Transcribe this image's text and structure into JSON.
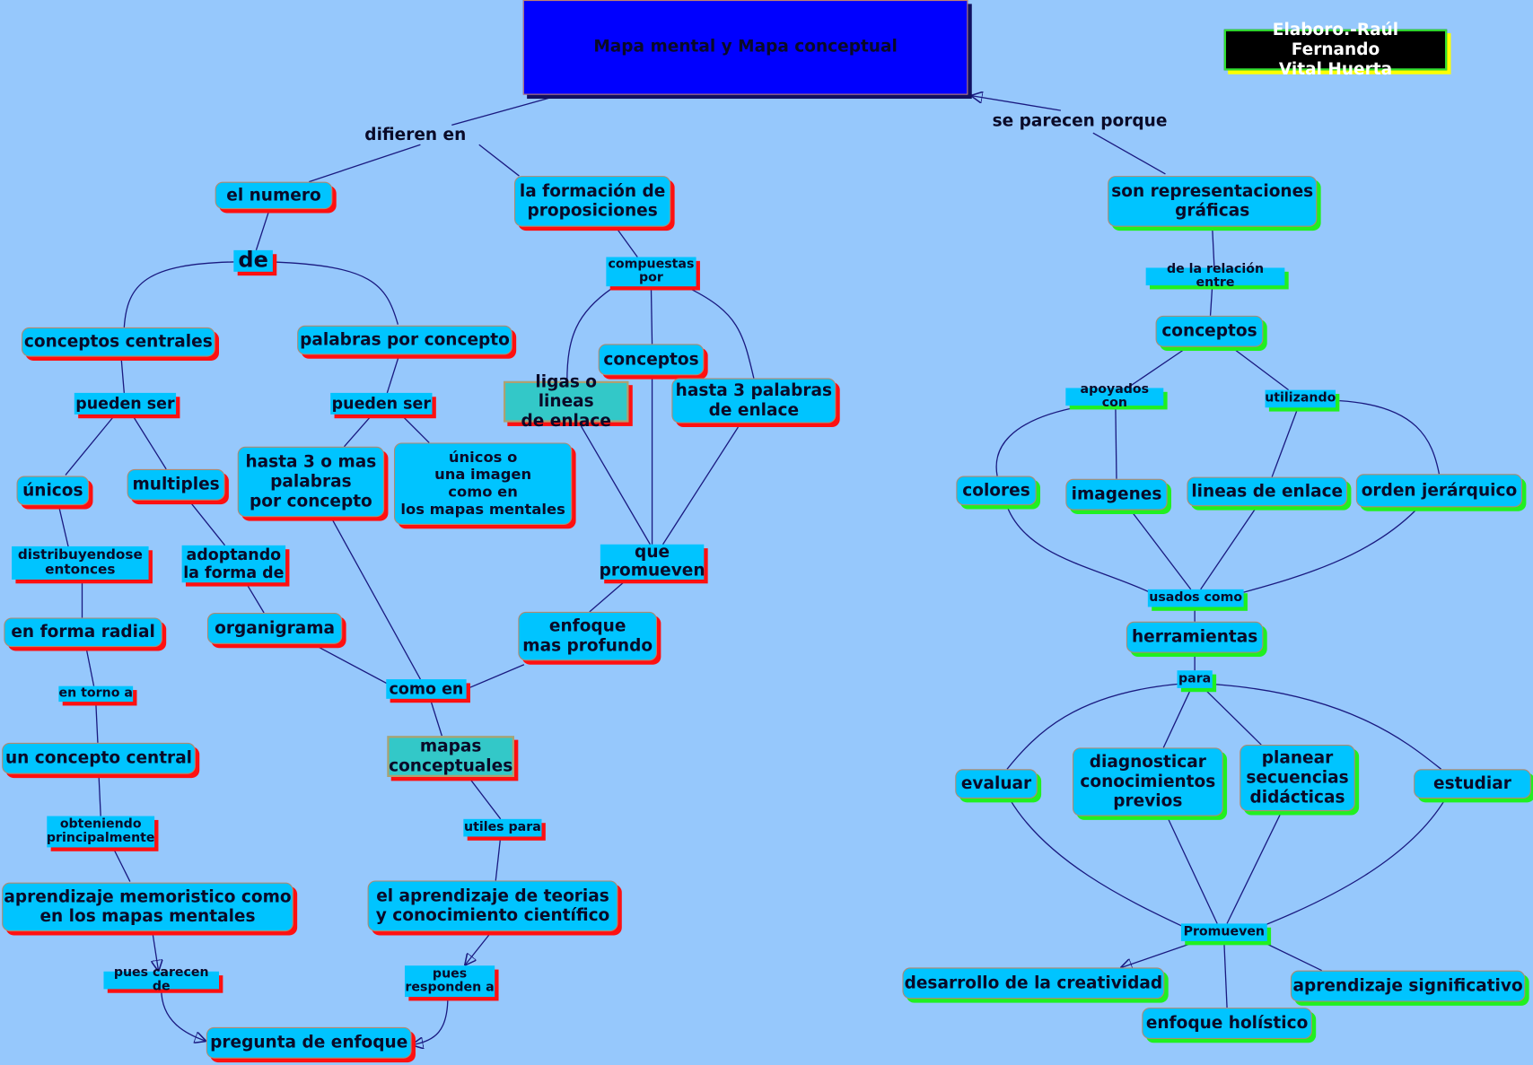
{
  "title": "Mapa mental y Mapa conceptual",
  "author": "Elaboro.-Raúl Fernando\nVital Huerta",
  "colors": {
    "background": "#96c8fc",
    "node": "#00c4ff",
    "title": "#0000ff",
    "left_shadow": "#ff1010",
    "right_shadow": "#20f020",
    "highlight": "#33c8c8"
  },
  "left": {
    "difieren_en": "difieren en",
    "el_numero": "el numero",
    "de": "de",
    "formacion": "la formación de\nproposiciones",
    "compuestas_por": "compuestas\npor",
    "conceptos_centrales": "conceptos centrales",
    "palabras_por_concepto": "palabras por concepto",
    "pueden_ser_1": "pueden ser",
    "pueden_ser_2": "pueden ser",
    "conceptos": "conceptos",
    "ligas": "ligas o lineas\nde enlace",
    "hasta_3_palabras": "hasta 3 palabras\nde enlace",
    "unicos": "únicos",
    "multiples": "multiples",
    "hasta_3_o_mas": "hasta 3 o mas\npalabras\npor concepto",
    "unicos_imagen": "únicos o\nuna imagen\ncomo en\nlos mapas mentales",
    "distribuyendose": "distribuyendose\nentonces",
    "adoptando": "adoptando\nla forma de",
    "que_promueven": "que\npromueven",
    "forma_radial": "en forma  radial",
    "organigrama": "organigrama",
    "enfoque_profundo": "enfoque\nmas profundo",
    "en_torno_a": "en torno a",
    "como_en": "como en",
    "concepto_central": "un concepto central",
    "mapas_conceptuales": "mapas\nconceptuales",
    "obteniendo": "obteniendo\nprincipalmente",
    "utiles_para": "utiles para",
    "aprendizaje_memoristico": "aprendizaje memoristico como\nen los mapas mentales",
    "aprendizaje_teorias": "el aprendizaje de teorias\ny conocimiento científico",
    "pues_carecen": "pues carecen de",
    "pues_responden": "pues\nresponden a",
    "pregunta_enfoque": "pregunta de enfoque"
  },
  "right": {
    "se_parecen": "se parecen porque",
    "representaciones": "son representaciones\ngráficas",
    "relacion_entre": "de la relación entre",
    "conceptos": "conceptos",
    "apoyados_con": "apoyados con",
    "utilizando": "utilizando",
    "colores": "colores",
    "imagenes": "imagenes",
    "lineas_enlace": "lineas de enlace",
    "orden": "orden jerárquico",
    "usados_como": "usados como",
    "herramientas": "herramientas",
    "para": "para",
    "evaluar": "evaluar",
    "diagnosticar": "diagnosticar\nconocimientos\nprevios",
    "planear": "planear\nsecuencias\ndidácticas",
    "estudiar": "estudiar",
    "promueven": "Promueven",
    "creatividad": "desarrollo de la creatividad",
    "significativo": "aprendizaje significativo",
    "holistico": "enfoque holístico"
  }
}
